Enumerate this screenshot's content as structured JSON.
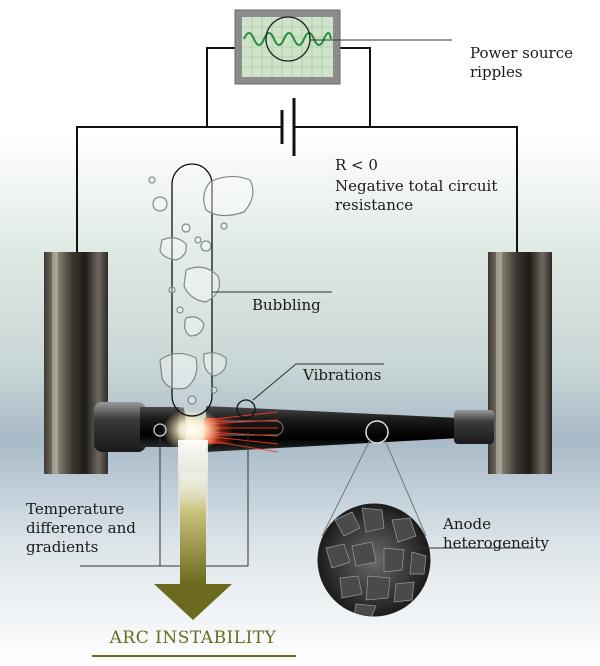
{
  "labels": {
    "power_ripples": [
      "Power source",
      "ripples"
    ],
    "resistance_formula": "R < 0",
    "resistance": [
      "Negative total circuit",
      "resistance"
    ],
    "bubbling": "Bubbling",
    "vibrations": "Vibrations",
    "temperature": [
      "Temperature",
      "difference and",
      "gradients"
    ],
    "anode": [
      "Anode",
      "heterogeneity"
    ],
    "conclusion": "ARC INSTABILITY"
  },
  "colors": {
    "arrow": "#6b6a1e",
    "waveform": "#1f8f3a",
    "monitor_frame": "#8c8c8c",
    "plasma": "#ff3b1f",
    "background_top": "#ffffff",
    "background_mid": "#dfe9e3",
    "background_low": "#a8bac8"
  },
  "icons": {
    "oscilloscope": "oscilloscope-icon",
    "battery": "battery-symbol-icon",
    "cathode": "cathode-rod",
    "anode": "anode-rod",
    "arrow": "down-arrow-icon",
    "microstructure": "anode-microstructure-magnifier"
  }
}
